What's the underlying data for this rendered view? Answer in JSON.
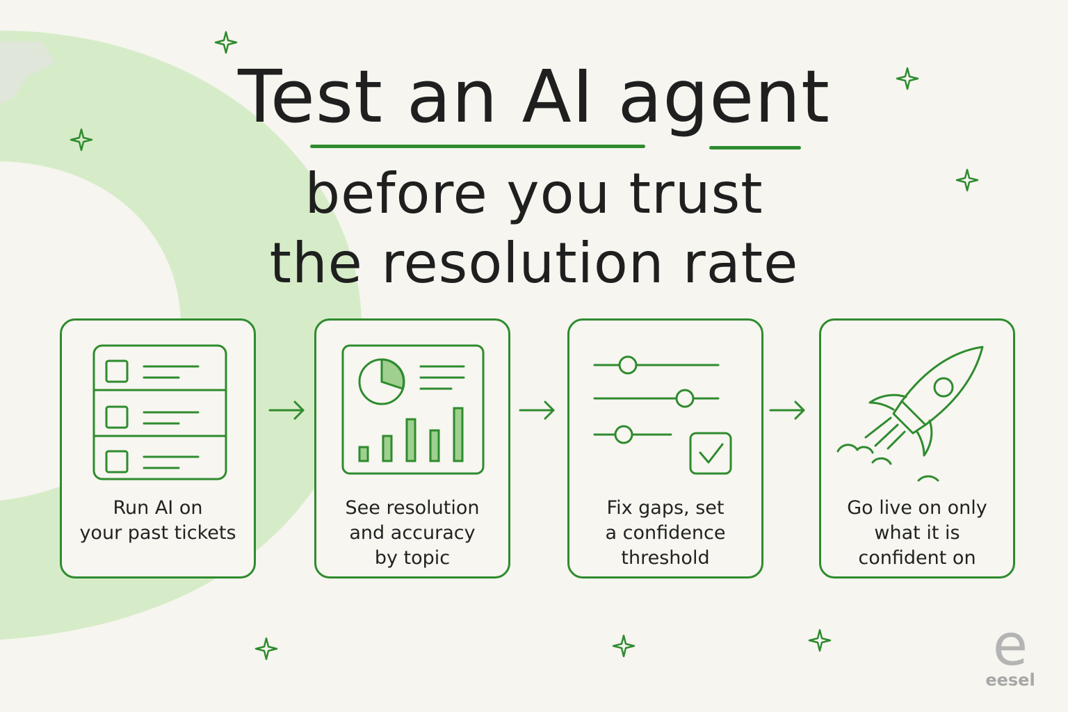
{
  "title": {
    "line1": "Test an AI agent",
    "line2": "before you trust",
    "line3": "the resolution rate"
  },
  "steps": [
    {
      "label_line1": "Run AI on",
      "label_line2": "your past tickets",
      "icon": "ticket-list-icon"
    },
    {
      "label_line1": "See resolution",
      "label_line2": "and accuracy",
      "label_line3": "by topic",
      "icon": "dashboard-chart-icon"
    },
    {
      "label_line1": "Fix gaps, set",
      "label_line2": "a confidence",
      "label_line3": "threshold",
      "icon": "sliders-checkbox-icon"
    },
    {
      "label_line1": "Go live on only",
      "label_line2": "what it is",
      "label_line3": "confident on",
      "icon": "rocket-icon"
    }
  ],
  "brand": {
    "mark": "e",
    "name": "eesel"
  },
  "colors": {
    "accent": "#2e8b2e",
    "background": "#f6f5ef",
    "light_green": "#d6ecc8",
    "text": "#1f1f1f"
  }
}
